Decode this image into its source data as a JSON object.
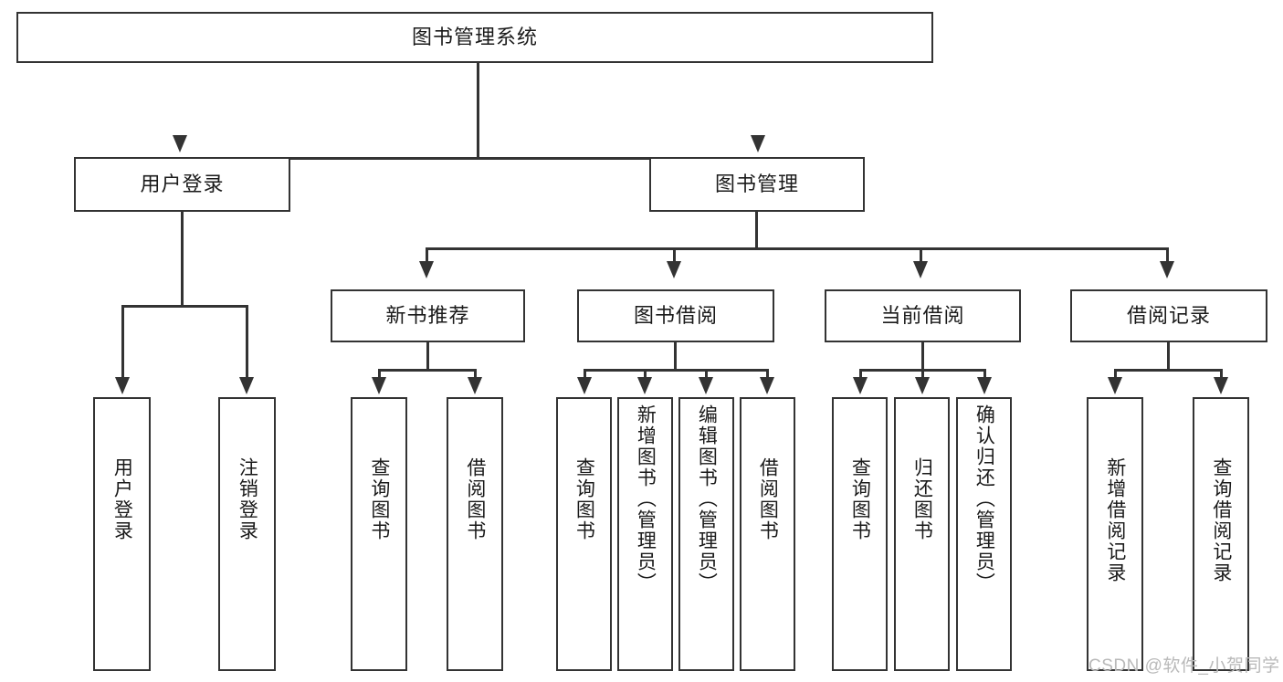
{
  "diagram": {
    "type": "hierarchy-tree",
    "title": "图书管理系统",
    "watermark": "CSDN @软件_小贺同学",
    "levels": 4,
    "colors": {
      "stroke": "#333333",
      "fill": "#ffffff",
      "text": "#1a1a1a",
      "watermark": "#b9b9b9"
    },
    "nodes": {
      "root": {
        "label": "图书管理系统",
        "level": 1
      },
      "user_login": {
        "label": "用户登录",
        "level": 2
      },
      "book_manage": {
        "label": "图书管理",
        "level": 2
      },
      "new_book_rec": {
        "label": "新书推荐",
        "level": 3
      },
      "book_borrow": {
        "label": "图书借阅",
        "level": 3
      },
      "current_borrow": {
        "label": "当前借阅",
        "level": 3
      },
      "borrow_record": {
        "label": "借阅记录",
        "level": 3
      },
      "leaf_user_login": {
        "label": "用户登录",
        "level": 4,
        "parent": "user_login"
      },
      "leaf_logout": {
        "label": "注销登录",
        "level": 4,
        "parent": "user_login"
      },
      "leaf_query_book_1": {
        "label": "查询图书",
        "level": 4,
        "parent": "new_book_rec"
      },
      "leaf_borrow_book_1": {
        "label": "借阅图书",
        "level": 4,
        "parent": "new_book_rec"
      },
      "leaf_query_book_2": {
        "label": "查询图书",
        "level": 4,
        "parent": "book_borrow"
      },
      "leaf_add_book": {
        "label": "新增图书（管理员）",
        "level": 4,
        "parent": "book_borrow"
      },
      "leaf_edit_book": {
        "label": "编辑图书（管理员）",
        "level": 4,
        "parent": "book_borrow"
      },
      "leaf_borrow_book_2": {
        "label": "借阅图书",
        "level": 4,
        "parent": "book_borrow"
      },
      "leaf_query_book_3": {
        "label": "查询图书",
        "level": 4,
        "parent": "current_borrow"
      },
      "leaf_return_book": {
        "label": "归还图书",
        "level": 4,
        "parent": "current_borrow"
      },
      "leaf_confirm_return": {
        "label": "确认归还（管理员）",
        "level": 4,
        "parent": "current_borrow"
      },
      "leaf_add_record": {
        "label": "新增借阅记录",
        "level": 4,
        "parent": "borrow_record"
      },
      "leaf_query_record": {
        "label": "查询借阅记录",
        "level": 4,
        "parent": "borrow_record"
      }
    }
  }
}
